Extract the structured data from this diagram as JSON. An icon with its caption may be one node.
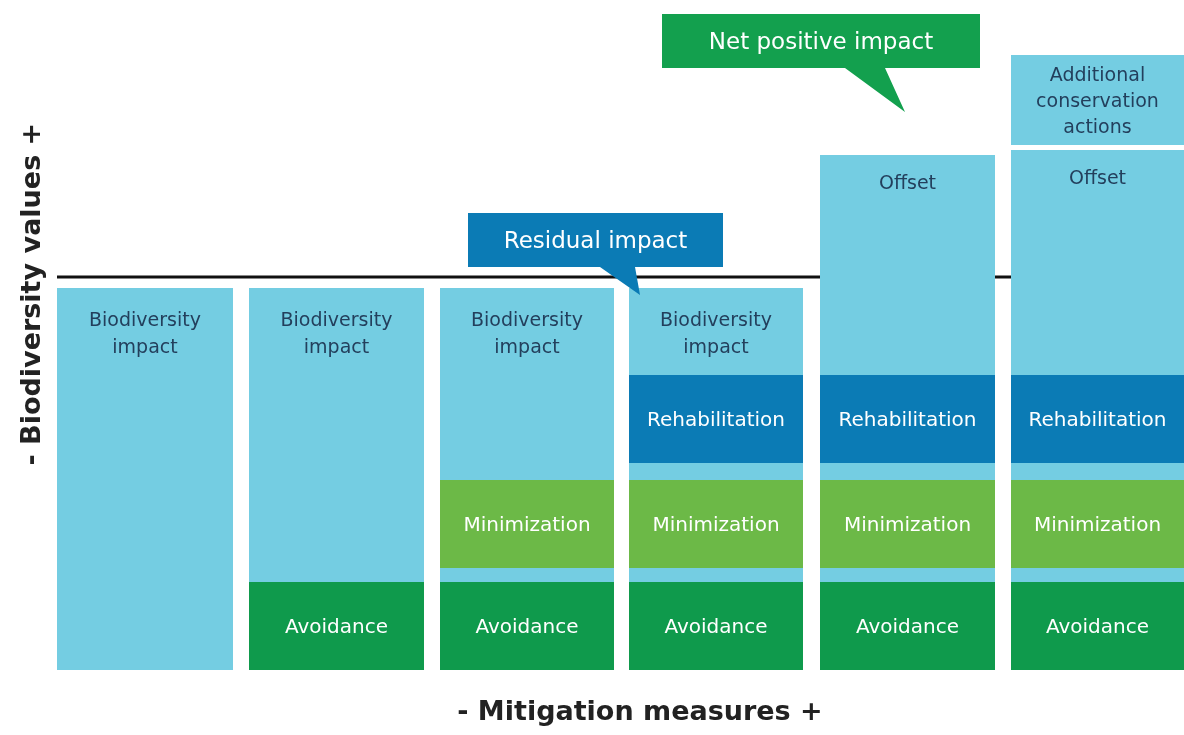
{
  "diagram": {
    "nodes": [
      {
        "text": [
          "Biodiversity impact"
        ]
      },
      {
        "text": [
          "Biodiversity impact"
        ]
      },
      {
        "text": [
          "Avoidance"
        ],
        "in": 1
      },
      {
        "text": [
          "Biodiversity impact"
        ]
      },
      {
        "text": [
          "Minimization"
        ],
        "in": 3
      },
      {
        "text": [
          "Avoidance"
        ],
        "in": 3
      },
      {
        "text": [
          "Biodiversity impact"
        ]
      },
      {
        "text": [
          "Rehabilitation"
        ],
        "in": 6
      },
      {
        "text": [
          "Minimization"
        ],
        "in": 6
      },
      {
        "text": [
          "Avoidance"
        ],
        "in": 6
      },
      {
        "text": [
          "Offset"
        ]
      },
      {
        "text": [
          "Rehabilitation"
        ],
        "in": 10
      },
      {
        "text": [
          "Minimization"
        ],
        "in": 10
      },
      {
        "text": [
          "Avoidance"
        ],
        "in": 10
      },
      {
        "text": [
          "Offset"
        ]
      },
      {
        "text": [
          "Rehabilitation"
        ],
        "in": 14
      },
      {
        "text": [
          "Minimization"
        ],
        "in": 14
      },
      {
        "text": [
          "Avoidance"
        ],
        "in": 14
      },
      {
        "text": [
          "Additional conservation actions"
        ]
      },
      {
        "text": [
          "Residual impact"
        ]
      },
      {
        "text": [
          "Net positive impact"
        ]
      }
    ],
    "labels": [
      "- Biodiversity values +",
      "- Mitigation measures +"
    ]
  }
}
